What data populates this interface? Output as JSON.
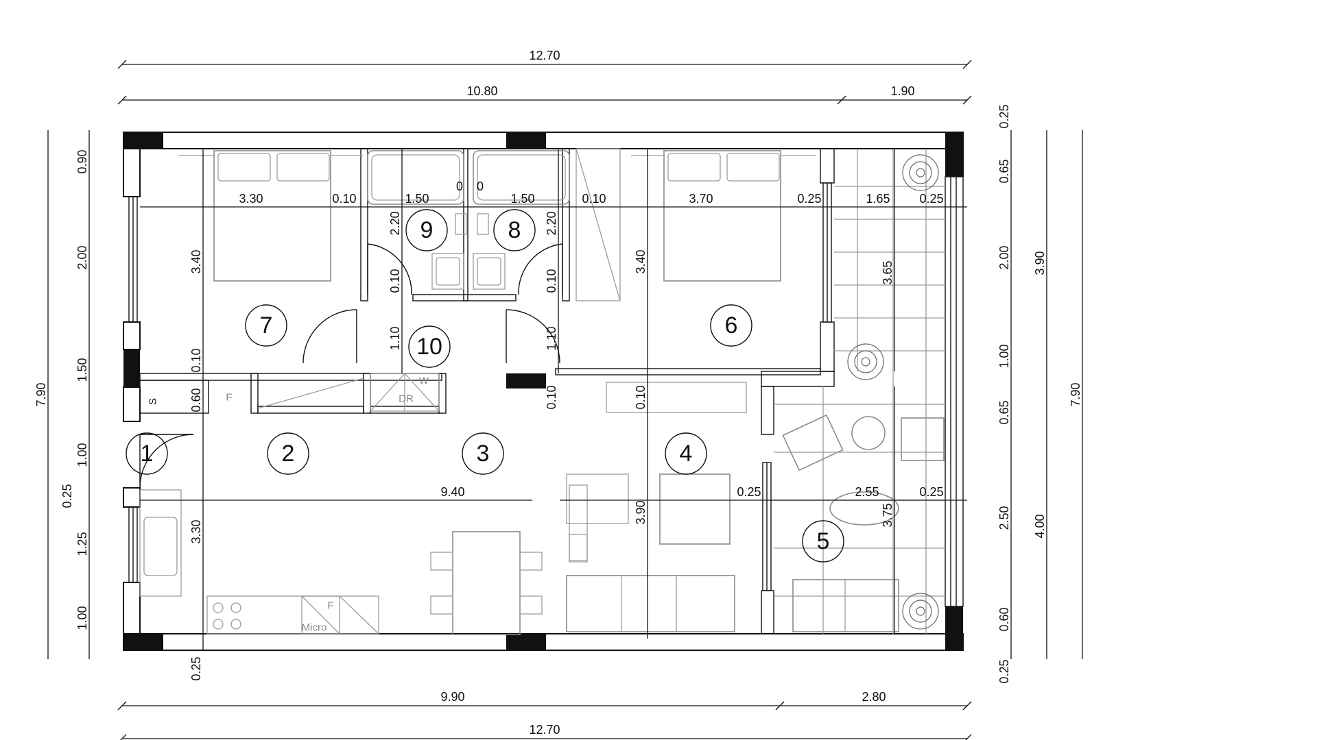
{
  "dimensions": {
    "top_overall": "12.70",
    "top_left": "10.80",
    "top_right": "1.90",
    "bottom_overall": "12.70",
    "bottom_left": "9.90",
    "bottom_right": "2.80",
    "left_overall": "7.90",
    "left_segments": [
      "0.90",
      "2.00",
      "1.50",
      "1.00",
      "0.25",
      "1.25",
      "1.00"
    ],
    "right_outer_total": "7.90",
    "right_mid": [
      "3.90",
      "4.00"
    ],
    "right_inner": [
      "0.25",
      "0.65",
      "2.00",
      "1.00",
      "0.65",
      "2.50",
      "0.60",
      "0.25"
    ],
    "row_bedrooms": [
      "3.30",
      "0.10",
      "1.50",
      "1.50",
      "0.10",
      "3.70",
      "0.25",
      "1.65",
      "0.25"
    ],
    "bath_gaps": [
      "0",
      "0"
    ],
    "row_living": [
      "9.40",
      "0.25",
      "2.55",
      "0.25"
    ],
    "vert_bed7": "3.40",
    "vert_bed6": "3.40",
    "vert_bath9": "2.20",
    "vert_bath8": "2.20",
    "vert_door9": "0.10",
    "vert_door8": "0.10",
    "vert_hall_left": "1.10",
    "vert_hall_right": "1.10",
    "vert_wall7": "0.10",
    "vert_wall_storage": "0.60",
    "vert_kitchen": "3.30",
    "vert_bottom_wall": "0.25",
    "vert_wall_hall": "0.10",
    "vert_wall4": "0.10",
    "vert_room4": "3.90",
    "vert_terrace": "3.65",
    "vert_room5": "3.75"
  },
  "rooms": [
    "1",
    "2",
    "3",
    "4",
    "5",
    "6",
    "7",
    "8",
    "9",
    "10"
  ],
  "fixture_labels": {
    "storage": "S",
    "fridge_hall": "F",
    "dryer": "DR",
    "washer": "W",
    "fridge_kitchen": "F",
    "microwave": "Micro"
  }
}
